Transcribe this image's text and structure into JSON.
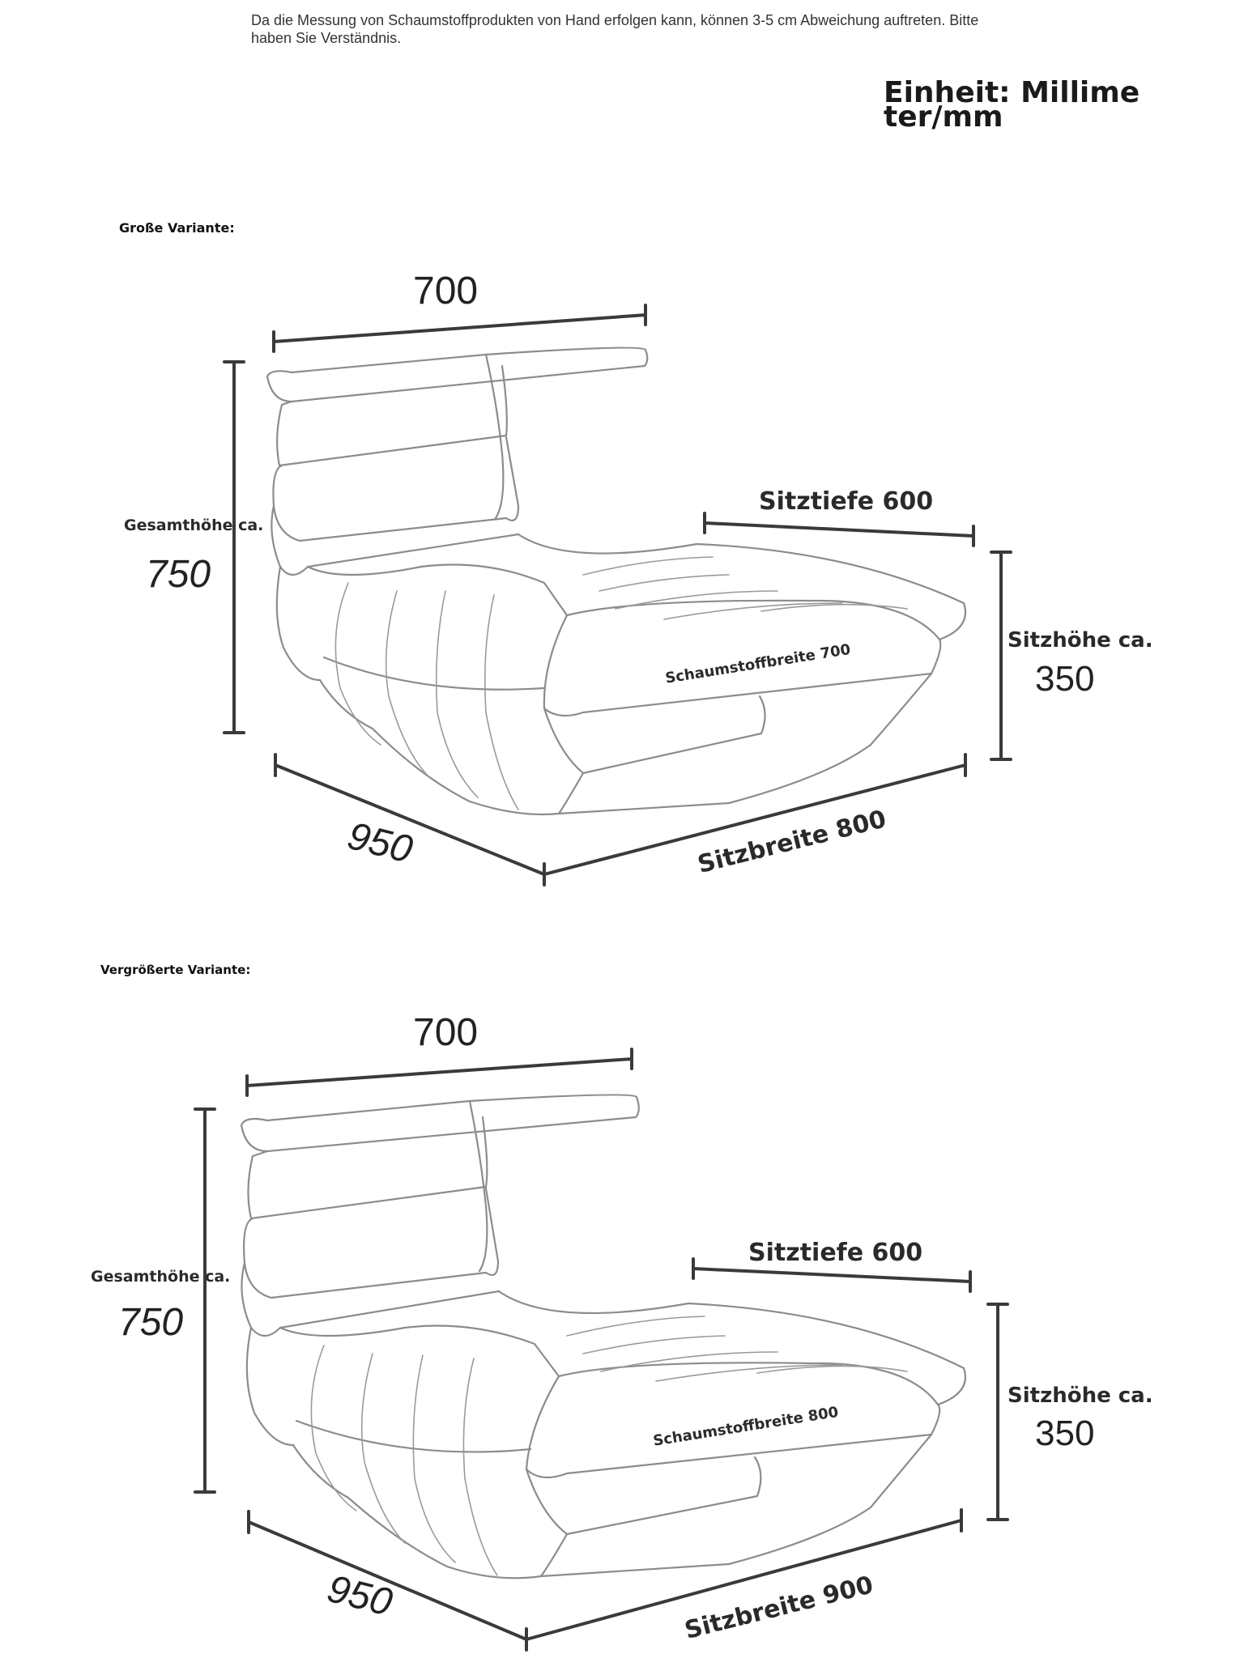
{
  "note": "Da die Messung von Schaumstoffprodukten von Hand erfolgen kann, können 3-5 cm Abweichung auftreten. Bitte haben Sie Verständnis.",
  "unit": "Einheit: Millimeter/mm",
  "variants": [
    {
      "label": "Große Variante:",
      "top_width": "700",
      "total_height_label": "Gesamthöhe ca.",
      "total_height": "750",
      "seat_depth": "Sitztiefe 600",
      "seat_height_label": "Sitzhöhe ca.",
      "seat_height": "350",
      "foam_width": "Schaumstoffbreite 700",
      "depth": "950",
      "seat_width": "Sitzbreite 800"
    },
    {
      "label": "Vergrößerte Variante:",
      "top_width": "700",
      "total_height_label": "Gesamthöhe ca.",
      "total_height": "750",
      "seat_depth": "Sitztiefe 600",
      "seat_height_label": "Sitzhöhe ca.",
      "seat_height": "350",
      "foam_width": "Schaumstoffbreite 800",
      "depth": "950",
      "seat_width": "Sitzbreite 900"
    }
  ]
}
